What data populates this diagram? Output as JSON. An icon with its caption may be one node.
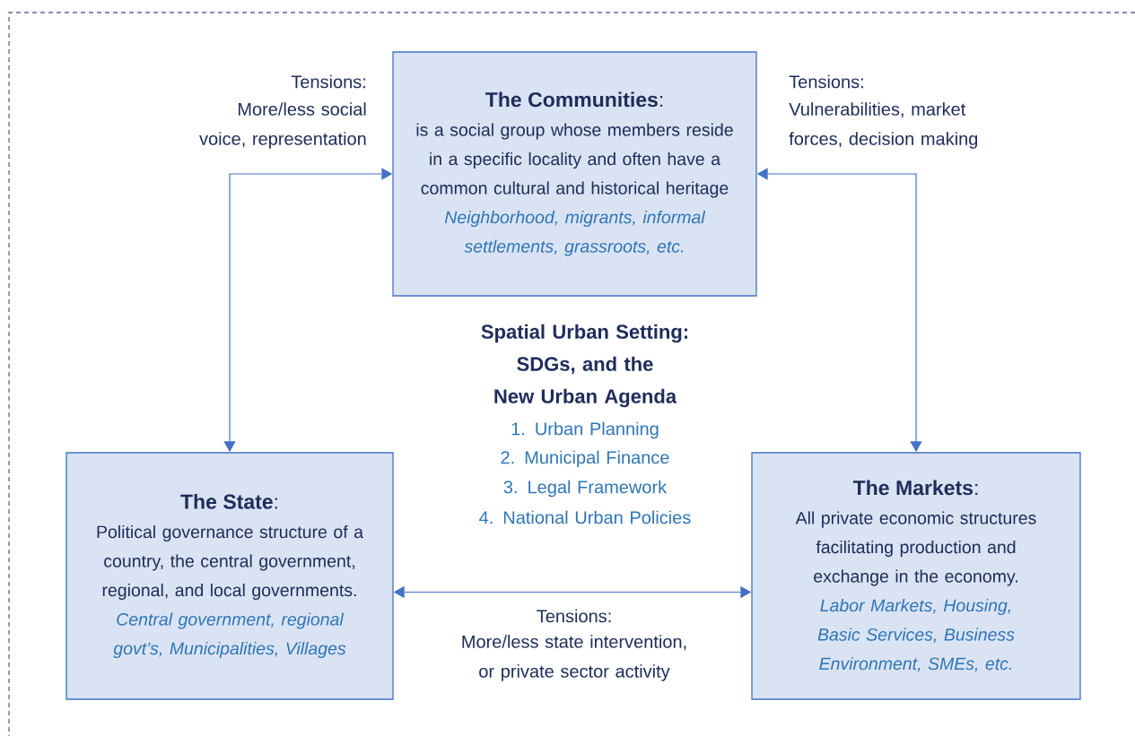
{
  "diagram": {
    "nodes": [
      {
        "text": [
          "**The Communities**:",
          "is a social group whose members reside in a specific locality and often have a common cultural and historical heritage",
          "Neighborhood, migrants, informal settlements, grassroots, etc."
        ]
      },
      {
        "text": [
          "**The State**:",
          "Political governance structure of a country, the central government, regional, and local governments.",
          "Central government, regional govt’s, Municipalities, Villages"
        ]
      },
      {
        "text": [
          "**The Markets**:",
          "All private economic structures facilitating production and exchange in the economy.",
          "Labor Markets, Housing, Basic Services, Business Environment, SMEs, etc."
        ]
      }
    ],
    "edges": [
      {
        "from": 0,
        "to": 1,
        "arrow": "both",
        "label": "More/less social voice, representation"
      },
      {
        "from": 0,
        "to": 2,
        "arrow": "both",
        "label": "Vulnerabilities, market forces, decision making"
      },
      {
        "from": 1,
        "to": 2,
        "arrow": "both",
        "label": "More/less state intervention, or private sector activity"
      }
    ],
    "labels": [
      "Tensions:",
      "Tensions:",
      "Spatial Urban Setting: SDGs, and the New Urban Agenda",
      "1. Urban Planning",
      "2. Municipal Finance",
      "3. Legal Framework",
      "4. National Urban Policies",
      "Tensions:"
    ]
  }
}
